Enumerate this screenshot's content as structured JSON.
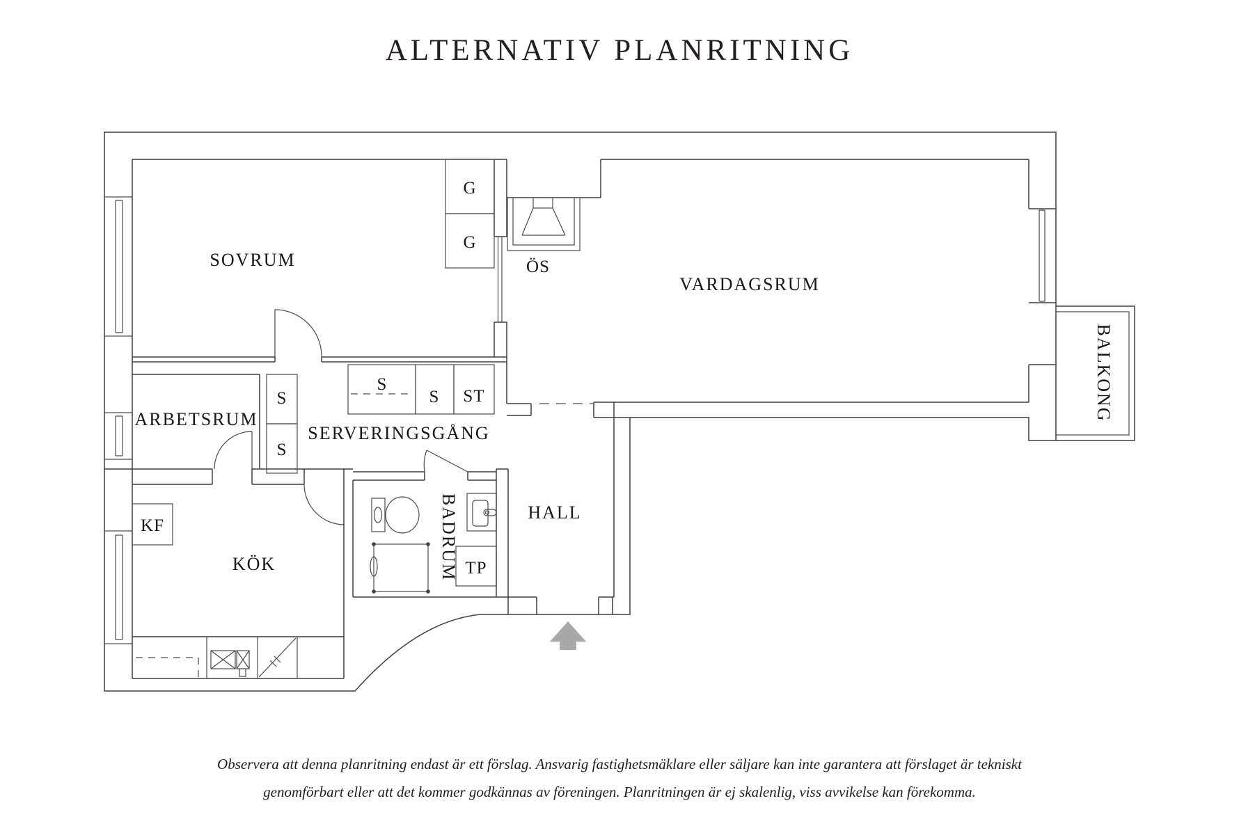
{
  "title": "ALTERNATIV PLANRITNING",
  "rooms": {
    "sovrum": "SOVRUM",
    "vardagsrum": "VARDAGSRUM",
    "arbetsrum": "ARBETSRUM",
    "serveringsgang": "SERVERINGSGÅNG",
    "kok": "KÖK",
    "badrum": "BADRUM",
    "hall": "HALL",
    "balkong": "BALKONG"
  },
  "closets": {
    "g_top": "G",
    "g_bottom": "G",
    "s_wide": "S",
    "s_small": "S",
    "st": "ST",
    "s_upper": "S",
    "s_lower": "S"
  },
  "fixtures": {
    "os": "ÖS",
    "kf": "KF",
    "tp": "TP"
  },
  "footer": {
    "line1": "Observera att denna planritning endast är ett förslag. Ansvarig fastighetsmäklare eller säljare kan inte garantera att förslaget är tekniskt",
    "line2": "genomförbart eller att det kommer godkännas av föreningen. Planritningen är ej skalenlig, viss avvikelse kan förekomma."
  },
  "colors": {
    "wall_line": "#3f3f3f",
    "text": "#181818",
    "entry_arrow": "#a9a9a9",
    "background": "#ffffff"
  }
}
